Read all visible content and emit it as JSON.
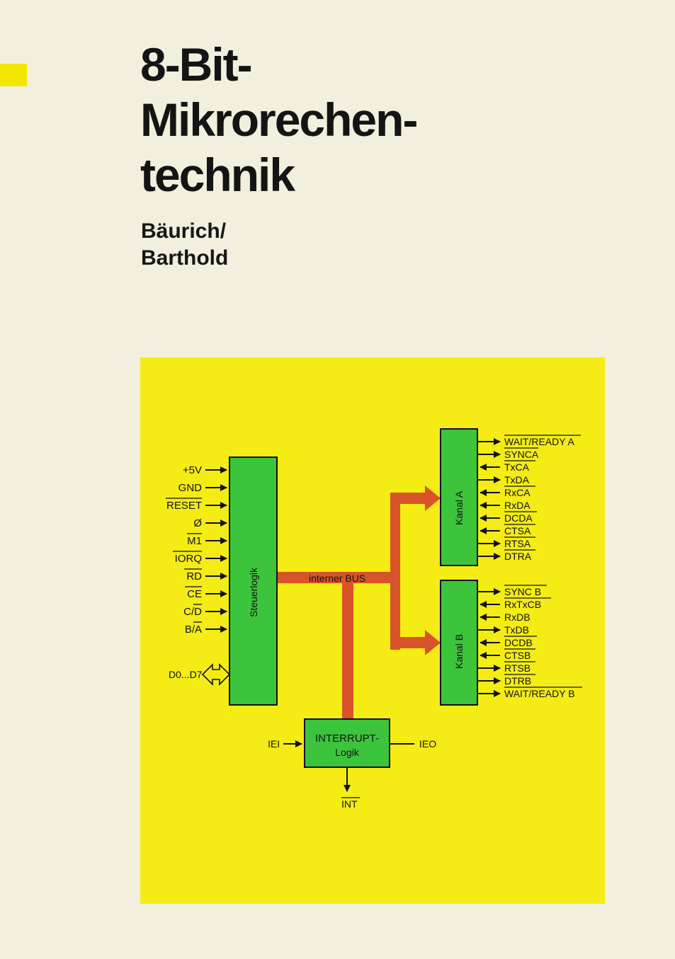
{
  "cover": {
    "title_lines": [
      "8-Bit-",
      "Mikrorechen-",
      "technik"
    ],
    "author_lines": [
      "Bäurich/",
      "Barthold"
    ]
  },
  "diagram": {
    "steuerlogik_label": "Steuerlogik",
    "kanal_a_label": "Kanal A",
    "kanal_b_label": "Kanal B",
    "bus_label": "interner BUS",
    "interrupt_label_1": "INTERRUPT-",
    "interrupt_label_2": "Logik",
    "left_pins": [
      "+5V",
      "GND",
      "RESET",
      "Ø",
      "M1",
      "IORQ",
      "RD",
      "CE",
      "C/D",
      "B/A"
    ],
    "data_pin": "D0...D7",
    "kanal_a_pins": [
      "WAIT/READY A",
      "SYNCA",
      "TxCA",
      "TxDA",
      "RxCA",
      "RxDA",
      "DCDA",
      "CTSA",
      "RTSA",
      "DTRA"
    ],
    "kanal_b_pins": [
      "SYNC B",
      "RxTxCB",
      "RxDB",
      "TxDB",
      "DCDB",
      "CTSB",
      "RTSB",
      "DTRB",
      "WAIT/READY B"
    ],
    "iei_label": "IEI",
    "ieo_label": "IEO",
    "int_label": "INT",
    "colors": {
      "panel": "#f4ec14",
      "blocks": "#3cc43c",
      "bus": "#d9532a",
      "paper": "#f2efde"
    }
  }
}
